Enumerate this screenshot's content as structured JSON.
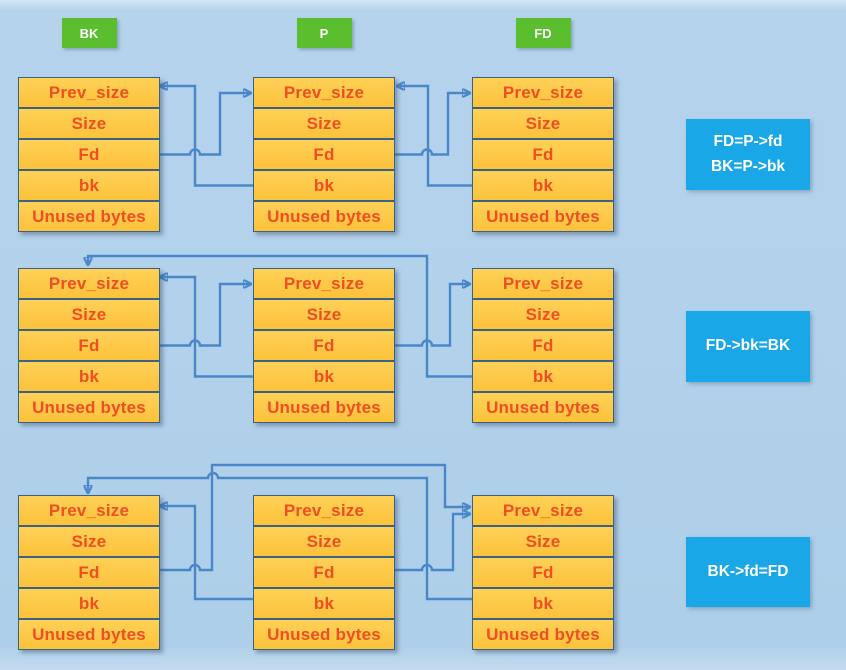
{
  "diagram": {
    "description": "Heap chunk unlink pointer diagram with three steps",
    "chunk_labels": [
      "BK",
      "P",
      "FD"
    ],
    "chunk_fields": [
      "Prev_size",
      "Size",
      "Fd",
      "bk",
      "Unused bytes"
    ],
    "operations": [
      {
        "lines": [
          "FD=P->fd",
          "BK=P->bk"
        ]
      },
      {
        "lines": [
          "FD->bk=BK"
        ]
      },
      {
        "lines": [
          "BK->fd=FD"
        ]
      }
    ],
    "rows": [
      {
        "links": [
          {
            "from": "P.bk",
            "to": "BK"
          },
          {
            "from": "BK.Fd",
            "to": "P"
          },
          {
            "from": "FD.bk",
            "to": "P"
          },
          {
            "from": "P.Fd",
            "to": "FD"
          }
        ]
      },
      {
        "links": [
          {
            "from": "P.bk",
            "to": "BK"
          },
          {
            "from": "BK.Fd",
            "to": "P"
          },
          {
            "from": "P.Fd",
            "to": "FD"
          },
          {
            "from": "FD.bk",
            "to": "BK"
          }
        ]
      },
      {
        "links": [
          {
            "from": "P.bk",
            "to": "BK"
          },
          {
            "from": "BK.Fd",
            "to": "FD"
          },
          {
            "from": "P.Fd",
            "to": "FD"
          },
          {
            "from": "FD.bk",
            "to": "BK"
          }
        ]
      }
    ],
    "colors": {
      "background": "#aecfe9",
      "chunk_fill": "#fdc640",
      "chunk_border": "#3a6186",
      "field_text": "#f04e23",
      "label_green": "#5abe2e",
      "op_blue": "#19a7e7",
      "op_text": "#ffffff",
      "arrow": "#4a87c9"
    }
  }
}
